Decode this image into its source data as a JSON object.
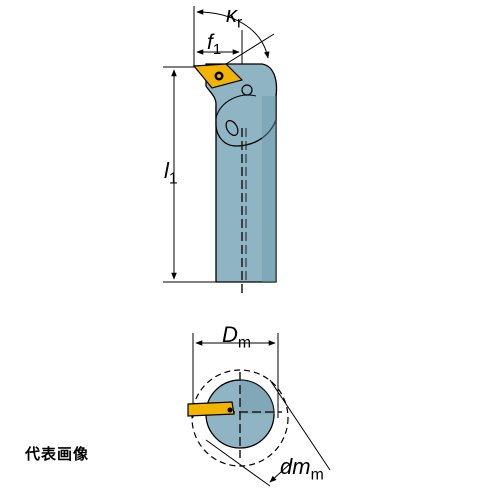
{
  "labels": {
    "kappa": "κ",
    "kappa_sub": "r",
    "f": "f",
    "f_sub": "1",
    "l": "l",
    "l_sub": "1",
    "D": "D",
    "D_sub": "m",
    "dm": "dm",
    "dm_sub": "m"
  },
  "caption": "代表画像",
  "colors": {
    "body": "#8fb5c4",
    "body_dark": "#6e98aa",
    "insert": "#f2b400",
    "outline": "#000000",
    "centerline": "#1c1c1c"
  },
  "icons": {
    "clamp": "clamp-screw-icon",
    "coolant": "coolant-hole-icon"
  }
}
